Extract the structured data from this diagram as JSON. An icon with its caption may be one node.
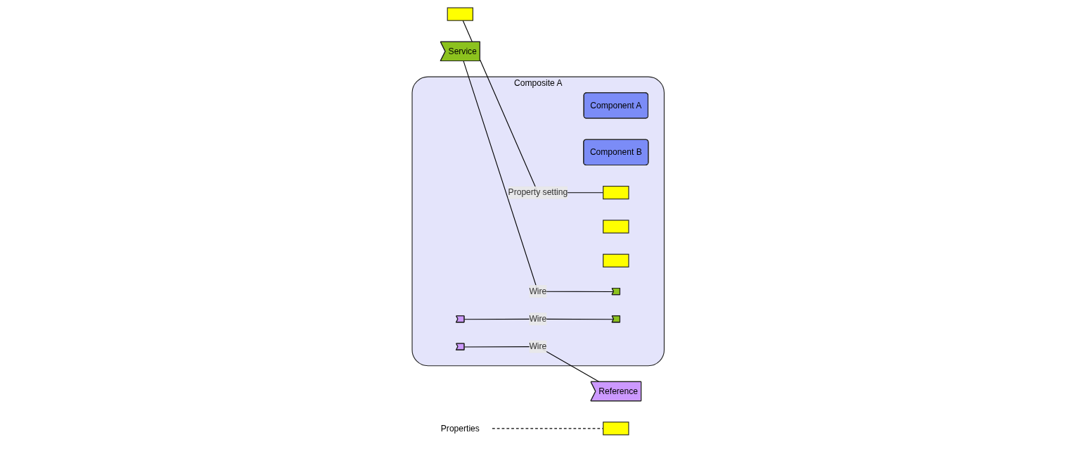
{
  "diagram": {
    "nodes": [
      {
        "text": [
          "Composite A"
        ]
      },
      {
        "text": [
          "Service"
        ]
      },
      {
        "text": [
          "Component A"
        ],
        "in": 0
      },
      {
        "text": [
          "Component B"
        ],
        "in": 0
      },
      {
        "text": [
          "Reference"
        ]
      },
      {
        "text": [],
        "shape": "box"
      },
      {
        "text": [],
        "shape": "box"
      },
      {
        "text": [],
        "shape": "box",
        "in": 0
      },
      {
        "text": [],
        "shape": "box",
        "in": 0
      },
      {
        "text": [],
        "shape": "box",
        "in": 0
      },
      {
        "text": [
          "Properties"
        ]
      },
      {
        "text": [],
        "shape": "chevron",
        "in": 0
      },
      {
        "text": [],
        "shape": "chevron",
        "in": 0
      },
      {
        "text": [],
        "shape": "chevron",
        "in": 0
      },
      {
        "text": [],
        "shape": "chevron",
        "in": 0
      }
    ],
    "edges": [
      {
        "from": 1,
        "to": 11,
        "arrow": "none",
        "label": "Wire"
      },
      {
        "from": 12,
        "to": 13,
        "arrow": "none",
        "label": "Wire"
      },
      {
        "from": 14,
        "to": 4,
        "arrow": "none",
        "label": "Wire"
      },
      {
        "from": 5,
        "to": 7,
        "arrow": "none",
        "label": "Property setting"
      },
      {
        "from": 10,
        "to": 6,
        "arrow": "none",
        "style": "dashed"
      }
    ]
  }
}
